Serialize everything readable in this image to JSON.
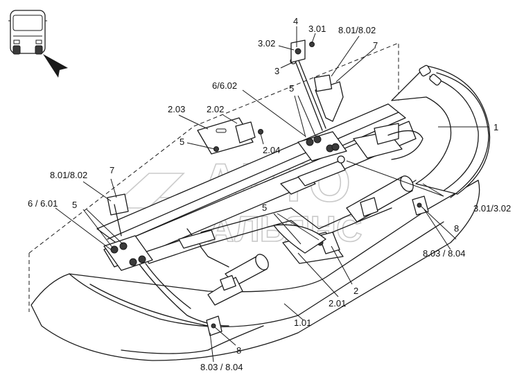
{
  "watermark": {
    "line1": "АВТО",
    "line2": "АЛЬЯНС",
    "color": "#b8b8b8"
  },
  "orientation": {
    "icon": "bus-front-icon",
    "arrow": "view-direction-arrow-icon"
  },
  "labels": {
    "p1": "1",
    "p1_01": "1.01",
    "p2": "2",
    "p2_01": "2.01",
    "p2_02": "2.02",
    "p2_03": "2.03",
    "p2_04": "2.04",
    "p3": "3",
    "p3_01": "3.01",
    "p3_01_3_02": "3.01/3.02",
    "p3_02": "3.02",
    "p4": "4",
    "p5_top": "5",
    "p5_mid": "5",
    "p5_left": "5",
    "p5_center": "5",
    "p6_6_02": "6/6.02",
    "p6_6_01": "6 / 6.01",
    "p7_top": "7",
    "p7_left": "7",
    "p8_right": "8",
    "p8_bottom": "8",
    "p8_01_8_02_top": "8.01/8.02",
    "p8_01_8_02_left": "8.01/8.02",
    "p8_03_8_04_right": "8.03 / 8.04",
    "p8_03_8_04_bottom": "8.03 / 8.04"
  }
}
